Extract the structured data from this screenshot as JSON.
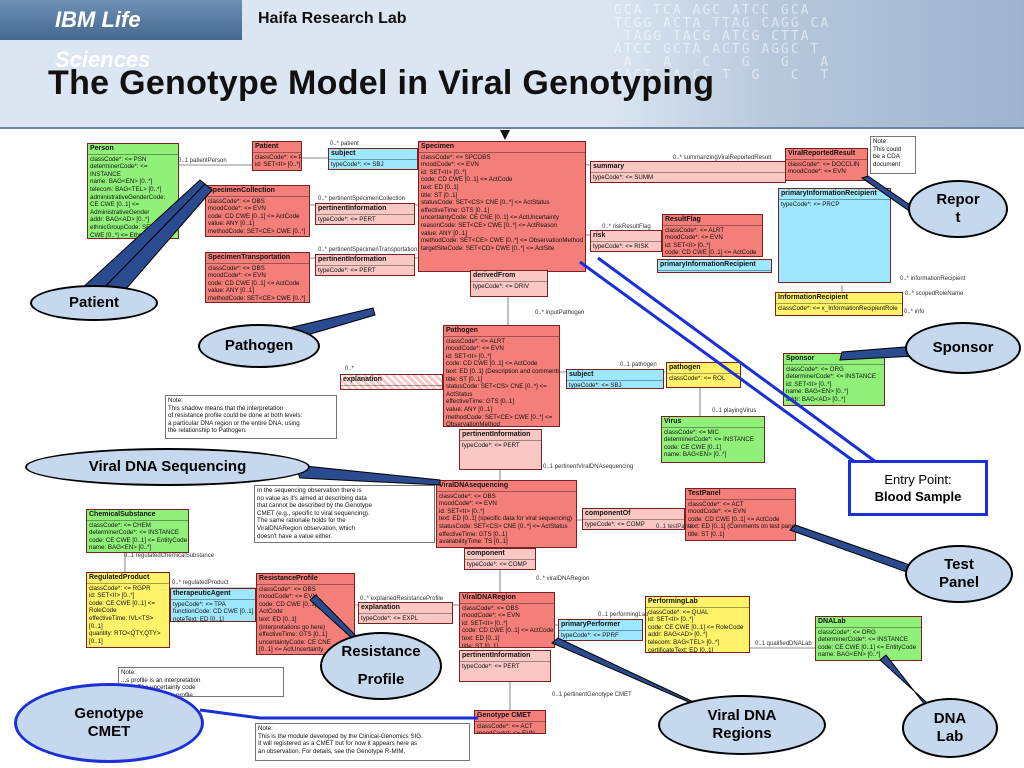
{
  "header": {
    "brand": "IBM Life Sciences",
    "lab": "Haifa Research Lab",
    "title": "The Genotype Model in Viral Genotyping",
    "dna_letters": "GCA TCA AGC ATCC GCA\nTCGG ACTA TTAG CAGG CA\n TAGG TACG ATCG CTTA\nATCC GCTA ACTG AGGC T\n A   A   C   G   G   A\nGACT  A C  T  G   C  T"
  },
  "diagram": {
    "person": {
      "title": "Person",
      "body": "classCode*: <= PSN\ndeterminerCode*: <=\nINSTANCE\nname: BAG<EN> [0..*]\ntelecom: BAG<TEL> [0..*]\nadministrativeGenderCode:\nCE CWE [0..1] <=\nAdministrativeGender\naddr: BAG<AD> [0..*]\nethnicGroupCode: SET<\nCWE [0..*] <= Ethnic"
    },
    "patient": {
      "title": "Patient",
      "body": "classCode*: <= PAT\nid: SET<II> [0..*]"
    },
    "subject_top": {
      "title": "subject",
      "body": "typeCode*: <= SBJ"
    },
    "specimen": {
      "title": "Specimen",
      "body": "classCode*: <= SPCOBS\nmoodCode*: <= EVN\nid: SET<II> [0..*]\ncode: CD CWE [0..1] <= ActCode\ntext: ED [0..1]\ntitle: ST [0..1]\nstatusCode: SET<CS> CNE [0..*] <= ActStatus\neffectiveTime: GTS [0..1]\nuncertaintyCode: CE CNE [0..1] <= ActUncertainty\nreasonCode: SET<CE> CWE [0..*] <= ActReason\nvalue: ANY [0..1]\nmethodCode: SET<CE> CWE [0..*] <= ObservationMethod\ntargetSiteCode: SET<CD> CWE [0..*] <= ActSite"
    },
    "summary": {
      "title": "summary",
      "body": "typeCode*: <= SUMM"
    },
    "viral_reported_result": {
      "title": "ViralReportedResult",
      "body": "classCode*: <= DOCCLIN\nmoodCode*: <= EVN"
    },
    "note_cda": "Note:\nThis could\nbe a CDA\ndocument",
    "specimen_collection": {
      "title": "SpecimenCollection",
      "body": "classCode*: <= OBS\nmoodCode*: <= EVN\ncode: CD CWE [0..1] <= ActCode\nvalue: ANY [0..1]\nmethodCode: SET<CE> CWE [0..*]"
    },
    "pertinent1": {
      "title": "pertinentInformation",
      "body": "typeCode*: <= PERT"
    },
    "specimen_transportation": {
      "title": "SpecimenTransportation",
      "body": "classCode*: <= OBS\nmoodCode*: <= EVN\ncode: CD CWE [0..1] <= ActCode\nvalue: ANY [0..1]\nmethodCode: SET<CE> CWE [0..*]"
    },
    "pertinent2": {
      "title": "pertinentInformation",
      "body": "typeCode*: <= PERT"
    },
    "risk": {
      "title": "risk",
      "body": "typeCode*: <= RISK"
    },
    "result_flag": {
      "title": "ResultFlag",
      "body": "classCode*: <= ALRT\nmoodCode*: <= EVN\nid: SET<II> [0..*]\ncode: CD CWE [0..1] <= ActCode"
    },
    "primary_info_recipient_small": {
      "title": "primaryInformationRecipient",
      "body": ""
    },
    "primary_info_recipient": {
      "title": "primaryInformationRecipient",
      "body": "typeCode*: <= PRCP"
    },
    "derived_from": {
      "title": "derivedFrom",
      "body": "typeCode*: <= DRIV"
    },
    "information_recipient": {
      "title": "InformationRecipient",
      "body": "classCode*: <= x_InformationRecipientRole"
    },
    "sponsor_box": {
      "title": "Sponsor",
      "body": "classCode*: <= ORG\ndeterminerCode*: <= INSTANCE\nid: SET<II> [0..*]\nname: BAG<EN> [0..*]\naddr: BAG<AD> [0..*]"
    },
    "pathogen": {
      "title": "Pathogen",
      "body": "classCode*: <= ALRT\nmoodCode*: <= EVN\nid: SET<II> [0..*]\ncode: CD CWE [0..1] <= ActCode\ntext: ED [0..1] (Description and comments)\ntitle: ST [0..1]\nstatusCode: SET<CS> CNE [0..*] <=\nActStatus\neffectiveTime: GTS [0..1]\nvalue: ANY [0..1]\nmethodCode: SET<CE> CWE [0..*] <=\nObservationMethod"
    },
    "explanation1": {
      "title": "explanation",
      "body": ""
    },
    "subject_mid": {
      "title": "subject",
      "body": "typeCode*: <= SBJ"
    },
    "pathogen_role": {
      "title": "pathogen",
      "body": "classCode*: <= ROL"
    },
    "note_shadow": "Note:\nThis shadow means that the interpretation\nof resistance profile could be done at both levels:\na particular DNA region or the entire DNA, using\nthe relationship to Pathogen.",
    "virus": {
      "title": "Virus",
      "body": "classCode*: <= MIC\ndeterminerCode*: <= INSTANCE\ncode: CE CWE [0..1]\nname: BAG<EN> [0..*]"
    },
    "pertinent3": {
      "title": "pertinentInformation",
      "body": "typeCode*: <= PERT"
    },
    "viral_dna_sequencing": {
      "title": "ViralDNAsequencing",
      "body": "classCode*: <= OBS\nmoodCode*: <= EVN\nid: SET<II> [0..*]\ntext: ED [0..1] (specific data for viral sequencing)\nstatusCode: SET<CS> CNE [0..*] <= ActStatus\neffectiveTime: GTS [0..1]\navailabilityTime: TS [0..1]"
    },
    "note_seq": "In the sequencing observation there is\nno value as it's aimed at describing data\nthat cannot be described by the Genotype\nCMET (e.g., specific to viral sequencing).\nThe same rationale holds for the\nViralDNARegion observation, which\ndoesn't have a value either.",
    "component_of": {
      "title": "componentOf",
      "body": "typeCode*: <= COMP"
    },
    "test_panel": {
      "title": "TestPanel",
      "body": "classCode*: <= ACT\nmoodCode*: <= EVN\ncode: CD CWE [0..1] <= ActCode\ntext: ED [0..1] (Comments on test panel)\ntitle: ST [0..1]"
    },
    "chemical_substance": {
      "title": "ChemicalSubstance",
      "body": "classCode*: <= CHEM\ndeterminerCode*: <= INSTANCE\ncode: CE CWE [0..1] <= EntityCode\nname: BAG<EN> [0..*]"
    },
    "component": {
      "title": "component",
      "body": "typeCode*: <= COMP"
    },
    "regulated_product": {
      "title": "RegulatedProduct",
      "body": "classCode*: <= RGPR\nid: SET<II> [0..*]\ncode: CE CWE [0..1] <=\nRoleCode\neffectiveTime: IVL<TS>\n[0..1]\nquantity: RTO<QTY,QTY>\n[0..1]"
    },
    "therapeutic_agent": {
      "title": "therapeuticAgent",
      "body": "typeCode*: <= TPA\nfunctionCode: CD CWE [0..1]\nnoteText: ED [0..1]"
    },
    "resistance_profile_box": {
      "title": "ResistanceProfile",
      "body": "classCode*: <= OBS\nmoodCode*: <= EVN\ncode: CD CWE [0..1] <=\nActCode\ntext: ED [0..1]\n(interpretations go here)\neffectiveTime: GTS [0..1]\nuncertaintyCode: CE CNE\n[0..1] <= ActUncertainty"
    },
    "explanation2": {
      "title": "explanation",
      "body": "typeCode*: <= EXPL"
    },
    "viral_dna_region": {
      "title": "ViralDNARegion",
      "body": "classCode*: <= OBS\nmoodCode*: <= EVN\nid: SET<II> [0..*]\ncode: CD CWE [0..1] <= ActCode\ntext: ED [0..1]\ntitle: ST [0..1]"
    },
    "primary_performer": {
      "title": "primaryPerformer",
      "body": "typeCode*: <= PPRF"
    },
    "performing_lab": {
      "title": "PerformingLab",
      "body": "classCode*: <= QUAL\nid: SET<II> [0..*]\ncode: CE CWE [0..1] <= RoleCode\naddr: BAG<AD> [0..*]\ntelecom: BAG<TEL> [0..*]\ncertificateText: ED [0..1]"
    },
    "dna_lab_box": {
      "title": "DNALab",
      "body": "classCode*: <= ORG\ndeterminerCode*: <= INSTANCE\ncode: CE CWE [0..1] <= EntityCode\nname: BAG<EN> [0..*]"
    },
    "pertinent4": {
      "title": "pertinentInformation",
      "body": "typeCode*: <= PERT"
    },
    "note_profile": "Note:\n...s profile is an interpretation\n...ion. The uncertainty code\n...d accuracy of this profile.",
    "genotype_cmet_box": {
      "title": "Genotype CMET",
      "body": "classCode*: <= ACT\nmoodCode*: <= EVN"
    },
    "note_module": "Note:\nThis is the module developed by the Clinical-Genomics SIG.\nIt will registered as a CMET but for now it appears here as\nan observation. For details, see the Genotype R-MIM.",
    "labels": {
      "l1": "0..1 patientPerson",
      "l2": "0..* patient",
      "l3": "0..* pertinentSpecimenCollection",
      "l4": "0..* pertinentSpecimenTransportation",
      "l5": "0..* summarizingViralReportedResult",
      "l6": "0..* riskResultFlag",
      "l7": "0..* informationRecipient",
      "l8": "0..* scopedRoleName",
      "l9": "0..* inputPathogen",
      "l10": "0..1 pathogen",
      "l11": "0..1 playingVirus",
      "l12": "0..1 pertinentViralDNAsequencing",
      "l13": "0..1 testPanel",
      "l14": "0..1 regulatedChemicalSubstance",
      "l15": "0..* regulatedProduct",
      "l16": "0..* explainedResistanceProfile",
      "l17": "0..* viralDNARegion",
      "l18": "0..1 performingLab",
      "l19": "0..1 qualifiedDNALab",
      "l20": "0..1 pertinentGenotype CMET",
      "l21": "0..*",
      "l22": "0..* info"
    }
  },
  "callouts": {
    "patient": "Patient",
    "pathogen": "Pathogen",
    "viral_dna_sequencing": "Viral DNA Sequencing",
    "report": "Report",
    "sponsor": "Sponsor",
    "entry_point_line1": "Entry Point:",
    "entry_point_line2": "Blood Sample",
    "test_panel": "Test Panel",
    "resistance_profile_line1": "Resistance",
    "resistance_profile_line2": "Profile",
    "genotype_cmet": "Genotype CMET",
    "viral_dna_regions": "Viral DNA Regions",
    "dna_lab": "DNA Lab"
  }
}
